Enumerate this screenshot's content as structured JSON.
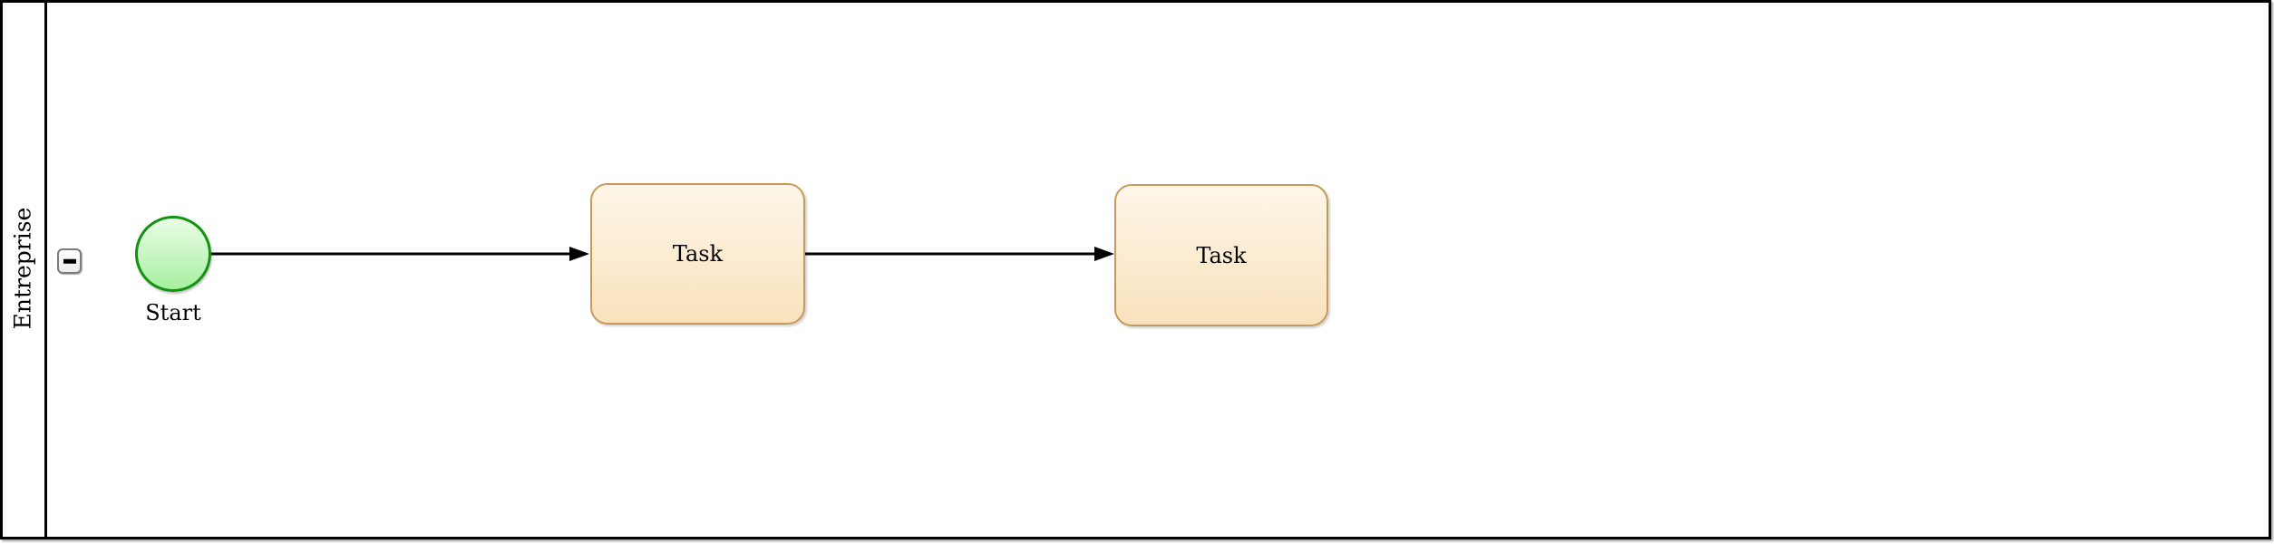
{
  "diagram": {
    "type": "bpmn-process",
    "pool": {
      "lane_label": "Entreprise",
      "collapse_icon": "minus-icon",
      "collapsed": false
    },
    "nodes": [
      {
        "id": "start-event",
        "type": "start-event",
        "shape": "circle",
        "label": "Start"
      },
      {
        "id": "task-1",
        "type": "task",
        "shape": "rounded-rectangle",
        "label": "Task"
      },
      {
        "id": "task-2",
        "type": "task",
        "shape": "rounded-rectangle",
        "label": "Task"
      }
    ],
    "edges": [
      {
        "from": "start-event",
        "to": "task-1",
        "style": "solid-arrow"
      },
      {
        "from": "task-1",
        "to": "task-2",
        "style": "solid-arrow"
      }
    ],
    "colors": {
      "event_fill_top": "#eafce6",
      "event_fill_bottom": "#a7efa0",
      "event_stroke": "#119211",
      "task_fill_top": "#fdf6e8",
      "task_fill_bottom": "#f9e2bd",
      "task_stroke": "#c89a5c",
      "edge": "#000000",
      "frame": "#000000",
      "collapse_border": "#7b7b7b"
    }
  }
}
